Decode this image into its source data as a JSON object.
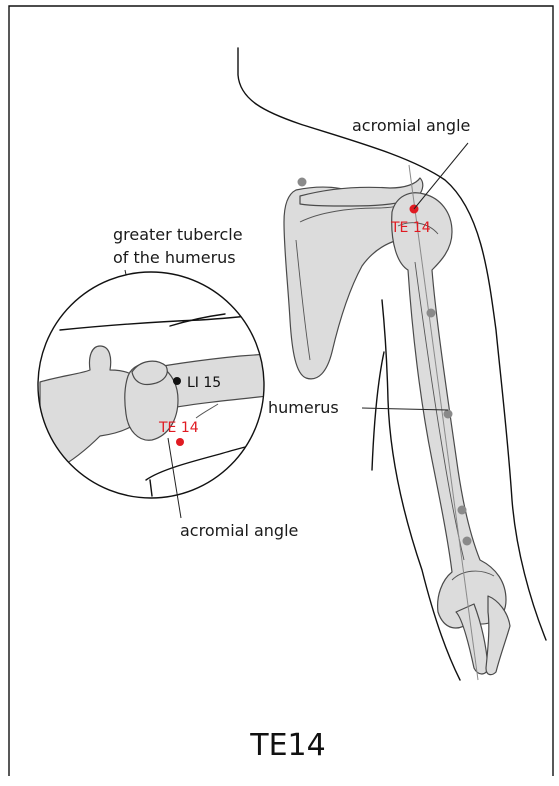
{
  "labels": {
    "acromial_angle_top": "acromial angle",
    "greater_tubercle_line1": "greater tubercle",
    "greater_tubercle_line2": "of the humerus",
    "humerus": "humerus",
    "acromial_angle_inset": "acromial angle",
    "te14_main": "TE 14",
    "te14_inset": "TE 14",
    "li15_inset": "LI 15",
    "caption": "TE14"
  },
  "colors": {
    "point_red": "#e01b22",
    "point_grey": "#8a8a8a",
    "bone_fill": "#dcdcdc",
    "frame": "#111111"
  }
}
